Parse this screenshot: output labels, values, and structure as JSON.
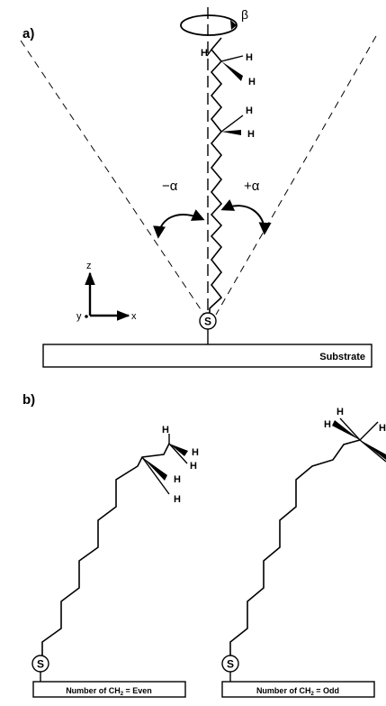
{
  "panel_a": {
    "label": "a)",
    "rotation_label": "β",
    "tilt_left_label": "−α",
    "tilt_right_label": "+α",
    "axes": {
      "z": "z",
      "x": "x",
      "y": "y"
    },
    "sulfur_label": "S",
    "substrate_label": "Substrate",
    "h_atom": "H"
  },
  "panel_b": {
    "label": "b)",
    "even": {
      "sulfur_label": "S",
      "box_prefix": "Number of CH",
      "box_sub": "2",
      "box_suffix": " = Even"
    },
    "odd": {
      "sulfur_label": "S",
      "box_prefix": "Number of CH",
      "box_sub": "2",
      "box_suffix": " = Odd"
    },
    "h_atom": "H"
  }
}
